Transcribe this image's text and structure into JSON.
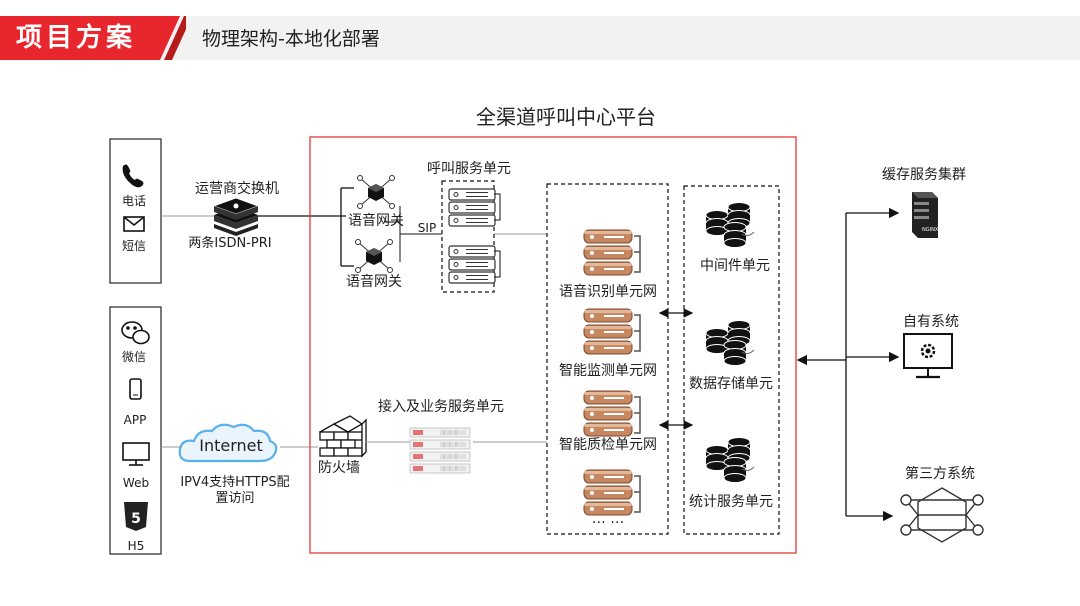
{
  "header": {
    "title": "项目方案",
    "subtitle": "物理架构-本地化部署",
    "accent_color": "#e8262d"
  },
  "platform": {
    "title": "全渠道呼叫中心平台"
  },
  "left_top_channels": [
    {
      "icon": "phone-icon",
      "label": "电话"
    },
    {
      "icon": "mail-icon",
      "label": "短信"
    }
  ],
  "left_bottom_channels": [
    {
      "icon": "wechat-icon",
      "label": "微信"
    },
    {
      "icon": "mobile-icon",
      "label": "APP"
    },
    {
      "icon": "monitor-icon",
      "label": "Web"
    },
    {
      "icon": "html5-icon",
      "label": "H5"
    }
  ],
  "carrier": {
    "label": "运营商交换机",
    "sublabel": "两条ISDN-PRI"
  },
  "internet": {
    "label": "Internet",
    "sublabel": "IPV4支持HTTPS配置访问"
  },
  "firewall": {
    "label": "防火墙"
  },
  "voice_gateways": [
    "语音网关",
    "语音网关"
  ],
  "sip_label": "SIP",
  "call_service": {
    "label": "呼叫服务单元"
  },
  "access_service": {
    "label": "接入及业务服务单元"
  },
  "ai_units": [
    "语音识别单元网",
    "智能监测单元网",
    "智能质检单元网"
  ],
  "ai_more": "… …",
  "db_units": [
    "中间件单元",
    "数据存储单元",
    "统计服务单元"
  ],
  "right_systems": [
    {
      "icon": "server-icon",
      "label": "缓存服务集群",
      "badge": "NGINX"
    },
    {
      "icon": "gear-monitor-icon",
      "label": "自有系统"
    },
    {
      "icon": "network-icon",
      "label": "第三方系统"
    }
  ]
}
